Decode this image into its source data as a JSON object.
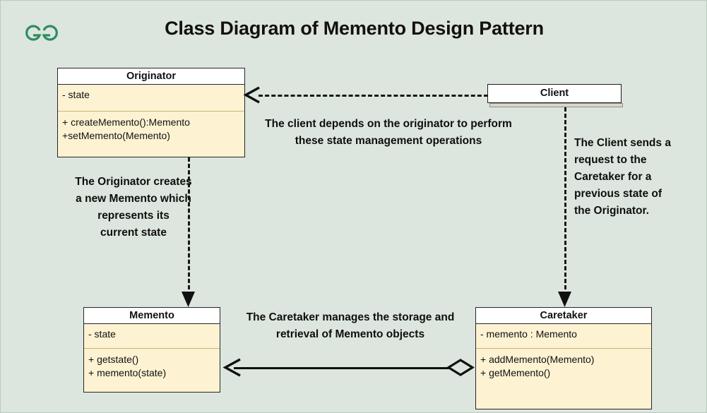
{
  "page": {
    "title": "Class Diagram of Memento Design Pattern",
    "logo_name": "geeksforgeeks-logo",
    "background_color": "#dce6df",
    "class_fill_color": "#fdf2d2",
    "class_header_color": "#ffffff",
    "border_color": "#262626",
    "logo_color": "#2f8d5f"
  },
  "classes": {
    "originator": {
      "name": "Originator",
      "attributes": [
        "- state"
      ],
      "operations": [
        "+ createMemento():Memento",
        "+setMemento(Memento)"
      ]
    },
    "memento": {
      "name": "Memento",
      "attributes": [
        "- state"
      ],
      "operations": [
        "+ getstate()",
        "+ memento(state)"
      ]
    },
    "caretaker": {
      "name": "Caretaker",
      "attributes": [
        "- memento : Memento"
      ],
      "operations": [
        "+ addMemento(Memento)",
        "+ getMemento()"
      ]
    },
    "client": {
      "name": "Client"
    }
  },
  "notes": {
    "client_depends": "The client depends on the originator to perform these state management operations",
    "originator_creates": "The Originator creates\na new Memento which\nrepresents its\ncurrent state",
    "client_request": "The Client sends a request to the Caretaker for a previous state of the Originator.",
    "caretaker_manages": "The Caretaker manages the storage and retrieval of Memento objects"
  },
  "connectors": {
    "client_to_originator": "dependency-dashed-arrow",
    "originator_to_memento": "creates-dashed-arrow",
    "client_to_caretaker": "request-dashed-arrow",
    "caretaker_to_memento": "aggregation-arrow"
  }
}
